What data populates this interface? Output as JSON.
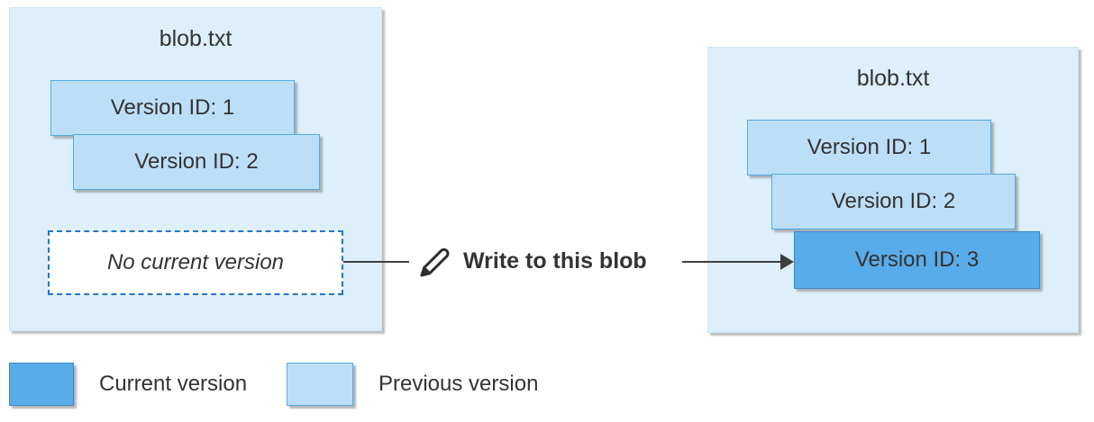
{
  "left_blob": {
    "title": "blob.txt",
    "versions": [
      {
        "label": "Version ID: 1",
        "state": "previous"
      },
      {
        "label": "Version ID: 2",
        "state": "previous"
      }
    ],
    "empty_label": "No current version"
  },
  "action": {
    "icon": "pencil-icon",
    "label": "Write to this blob"
  },
  "right_blob": {
    "title": "blob.txt",
    "versions": [
      {
        "label": "Version ID: 1",
        "state": "previous"
      },
      {
        "label": "Version ID: 2",
        "state": "previous"
      },
      {
        "label": "Version ID: 3",
        "state": "current"
      }
    ]
  },
  "legend": {
    "items": [
      {
        "label": "Current version",
        "state": "current"
      },
      {
        "label": "Previous version",
        "state": "previous"
      }
    ]
  },
  "colors": {
    "current_version_fill": "#58ace9",
    "current_version_border": "#3d86c6",
    "previous_version_fill": "#bddef7",
    "previous_version_border": "#55aae8",
    "container_background": "#dceffa",
    "dashed_border": "#2277c8",
    "arrow": "#3f3f3f",
    "text": "#333333"
  }
}
